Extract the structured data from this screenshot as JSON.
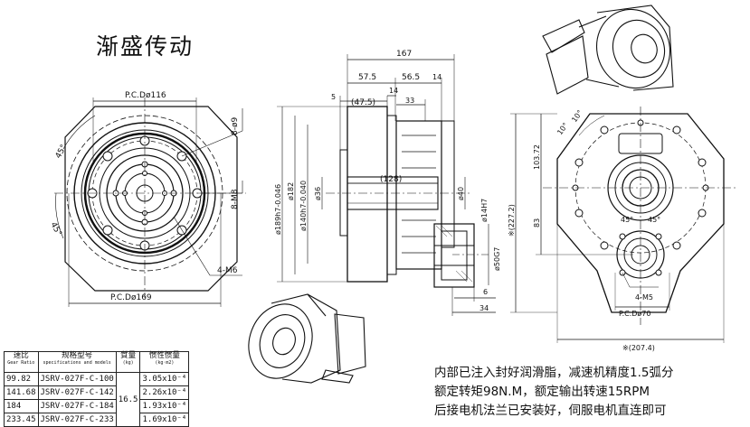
{
  "title": "渐盛传动",
  "front_view": {
    "pcd_top": "P.C.Dø116",
    "pcd_bottom": "P.C.Dø169",
    "angle_top": "45°",
    "angle_left": "45°",
    "holes_top": "8-ø9",
    "holes_mid": "8-M8",
    "holes_bottom": "4-M6"
  },
  "side_view": {
    "dims": [
      "167",
      "57.5",
      "56.5",
      "14",
      "5",
      "(47.5)",
      "14",
      "33",
      "(128)"
    ],
    "diameters": [
      "ø189h7-0.046",
      "ø182",
      "ø140h7-0.040",
      "ø36",
      "ø40",
      "ø14H7",
      "ø50G7"
    ],
    "lower_dims": [
      "6",
      "34"
    ]
  },
  "right_view": {
    "angles": [
      "10°",
      "10°",
      "45°",
      "45°"
    ],
    "dim_103": "103.72",
    "dim_227": "※(227.2)",
    "dim_83": "83",
    "holes": "4-M5",
    "pcd": "P.C.Dø70",
    "dim_207": "※(207.4)"
  },
  "spec_table": {
    "headers": [
      {
        "main": "速比",
        "sub": "Gear Ratio"
      },
      {
        "main": "规格型号",
        "sub": "specifications and models"
      },
      {
        "main": "質量",
        "sub": "(kg)"
      },
      {
        "main": "惯性惯量",
        "sub": "(kg·m2)"
      }
    ],
    "rows": [
      {
        "ratio": "99.82",
        "model": "JSRV-027F-C-100",
        "inertia": "3.05x10⁻⁴"
      },
      {
        "ratio": "141.68",
        "model": "JSRV-027F-C-142",
        "inertia": "2.26x10⁻⁴"
      },
      {
        "ratio": "184",
        "model": "JSRV-027F-C-184",
        "inertia": "1.93x10⁻⁴"
      },
      {
        "ratio": "233.45",
        "model": "JSRV-027F-C-233",
        "inertia": "1.69x10⁻⁴"
      }
    ],
    "mass": "16.5"
  },
  "notes": [
    "内部已注入封好润滑脂，减速机精度1.5弧分",
    "额定转矩98N.M，额定输出转速15RPM",
    "后接电机法兰已安装好，伺服电机直连即可"
  ]
}
